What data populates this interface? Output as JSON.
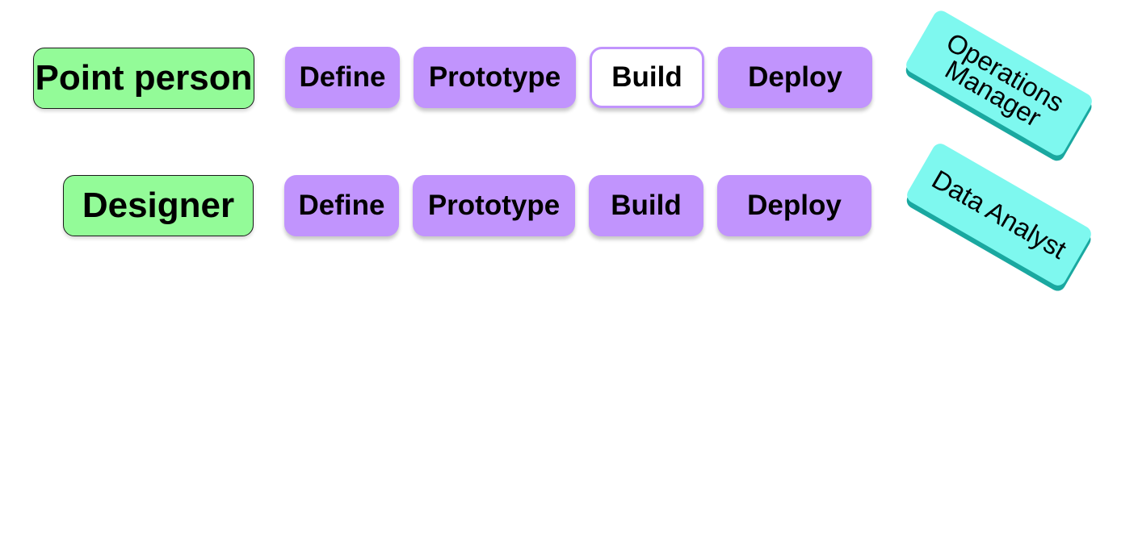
{
  "roles": [
    {
      "label": "Point person",
      "stages": [
        "Define",
        "Prototype",
        "Build",
        "Deploy"
      ],
      "tag": [
        "Operations",
        "Manager"
      ]
    },
    {
      "label": "Designer",
      "stages": [
        "Define",
        "Prototype",
        "Build",
        "Deploy"
      ],
      "tag": [
        "Data Analyst"
      ]
    }
  ],
  "colors": {
    "role_fill": "#93fb98",
    "stage_fill": "#c194fd",
    "tag_fill": "#7ef8ef",
    "tag_shadow": "#1aa8a0"
  },
  "highlighted_stage": {
    "row": 0,
    "stage": "Build"
  }
}
